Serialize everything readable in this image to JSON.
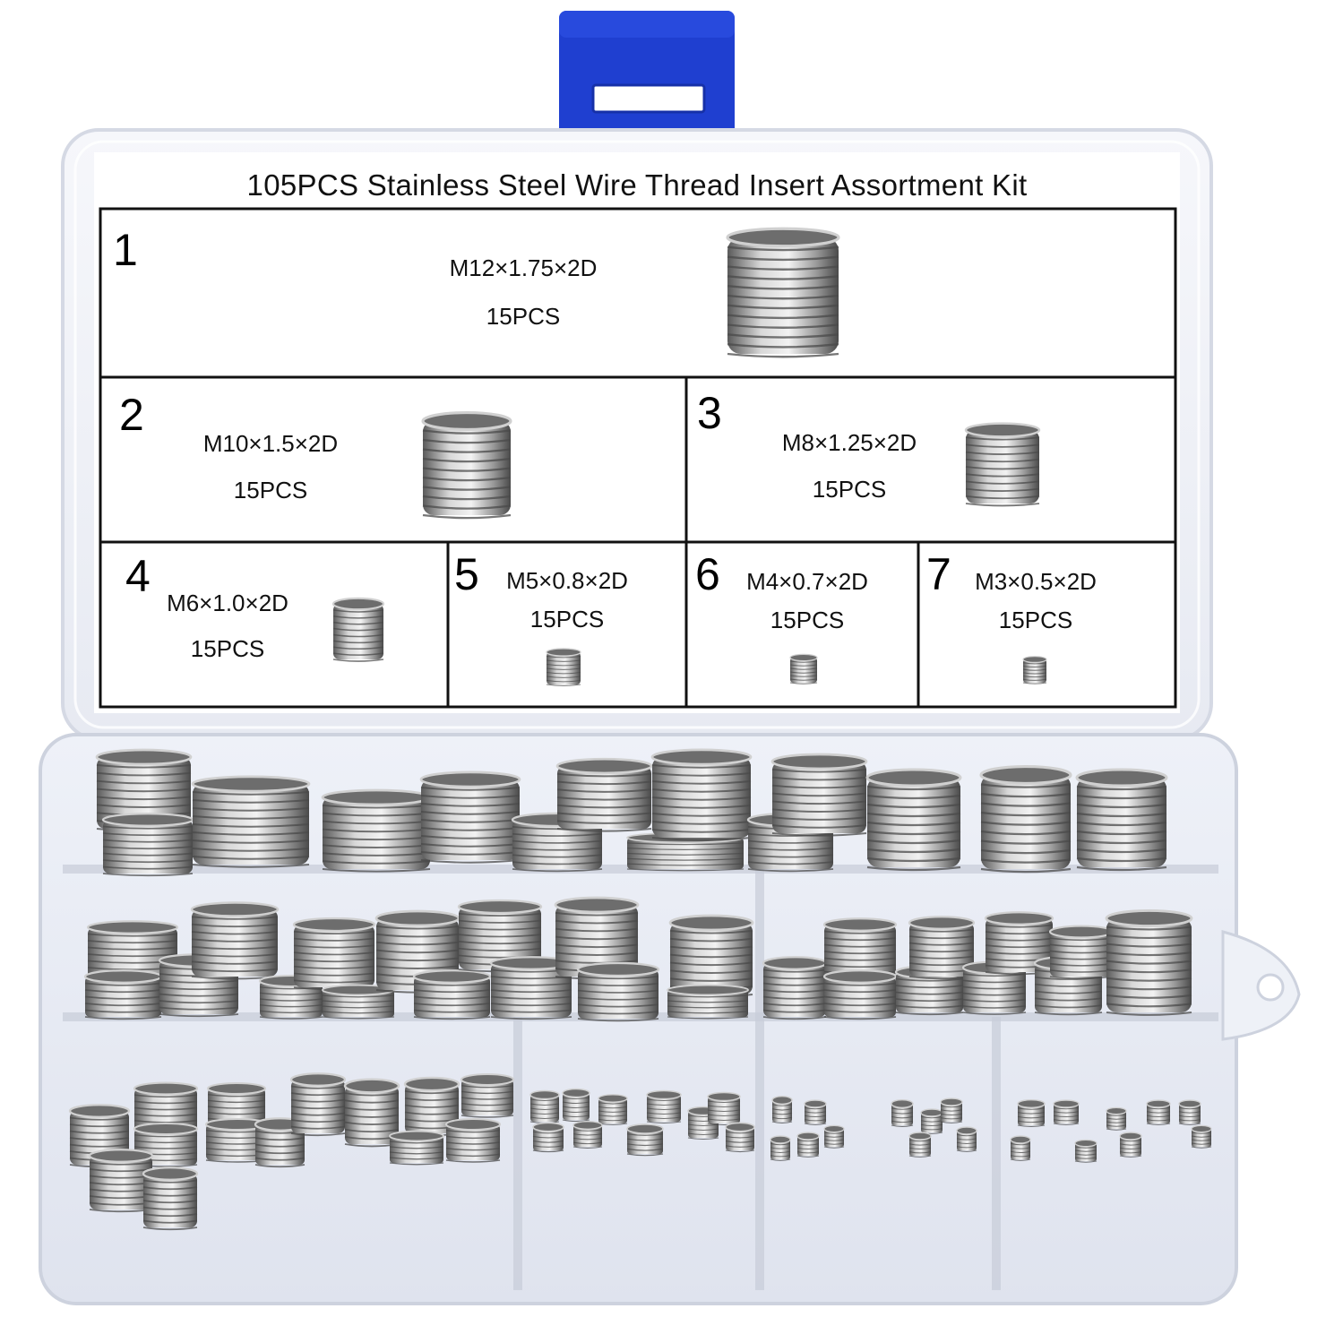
{
  "title": "105PCS Stainless Steel Wire Thread Insert Assortment Kit",
  "colors": {
    "clasp": "#1f3fd0",
    "steel": "#9a9a9a",
    "case": "#eef1f7"
  },
  "compartments": [
    {
      "number": "1",
      "size": "M12×1.75×2D",
      "quantity": "15PCS"
    },
    {
      "number": "2",
      "size": "M10×1.5×2D",
      "quantity": "15PCS"
    },
    {
      "number": "3",
      "size": "M8×1.25×2D",
      "quantity": "15PCS"
    },
    {
      "number": "4",
      "size": "M6×1.0×2D",
      "quantity": "15PCS"
    },
    {
      "number": "5",
      "size": "M5×0.8×2D",
      "quantity": "15PCS"
    },
    {
      "number": "6",
      "size": "M4×0.7×2D",
      "quantity": "15PCS"
    },
    {
      "number": "7",
      "size": "M3×0.5×2D",
      "quantity": "15PCS"
    }
  ]
}
